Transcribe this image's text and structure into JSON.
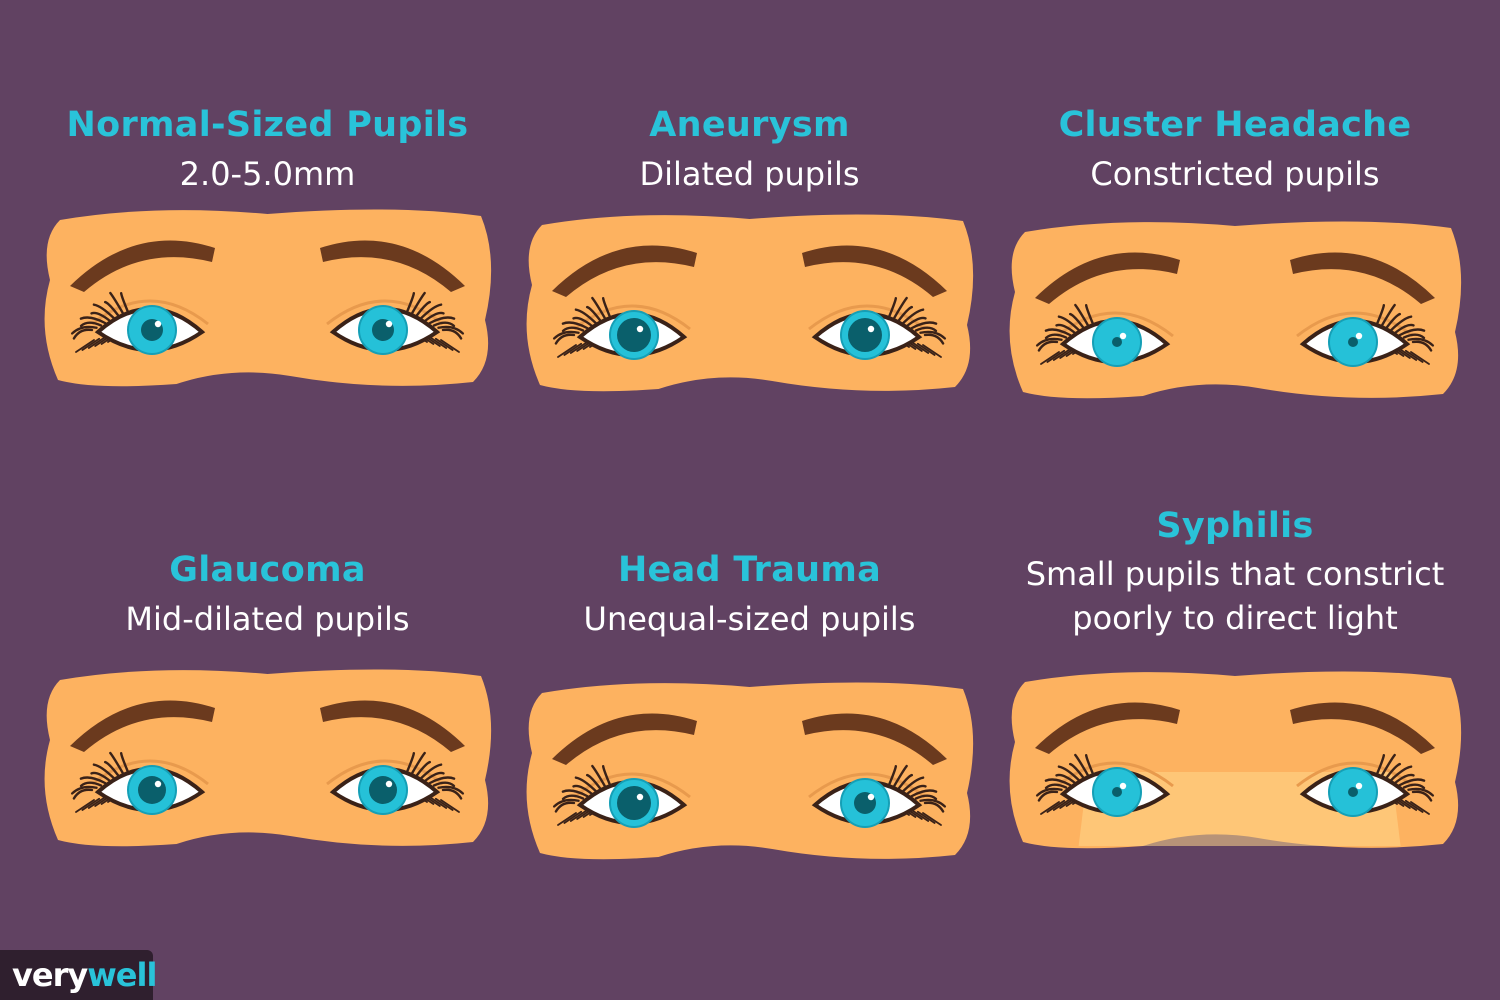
{
  "panels": [
    {
      "title": "Normal-Sized Pupils",
      "subtitle": [
        "2.0-5.0mm"
      ],
      "pupils": [
        "normal",
        "normal"
      ]
    },
    {
      "title": "Aneurysm",
      "subtitle": [
        "Dilated pupils"
      ],
      "pupils": [
        "dilated",
        "dilated"
      ]
    },
    {
      "title": "Cluster Headache",
      "subtitle": [
        "Constricted pupils"
      ],
      "pupils": [
        "constricted",
        "constricted"
      ]
    },
    {
      "title": "Glaucoma",
      "subtitle": [
        "Mid-dilated pupils"
      ],
      "pupils": [
        "mid-dilated",
        "mid-dilated"
      ]
    },
    {
      "title": "Head Trauma",
      "subtitle": [
        "Unequal-sized pupils"
      ],
      "pupils": [
        "dilated",
        "normal"
      ]
    },
    {
      "title": "Syphilis",
      "subtitle": [
        "Small pupils that constrict",
        "poorly to direct light"
      ],
      "pupils": [
        "constricted",
        "constricted"
      ],
      "light_beam": true
    }
  ],
  "logo": {
    "very": "very",
    "well": "well"
  },
  "colors": {
    "background": "#614262",
    "title": "#29c3d9",
    "subtitle": "#ffffff",
    "skin": "#fdb260",
    "brow": "#6b3a1e",
    "iris": "#25c1d8",
    "pupil": "#0a5f6b",
    "lash": "#3a2218",
    "logo_bg": "#2f1f2e",
    "logo_accent": "#29c3d9"
  },
  "icons": [
    "eyebrow-icon",
    "eye-icon",
    "eyelash-icon",
    "light-beam-icon"
  ]
}
